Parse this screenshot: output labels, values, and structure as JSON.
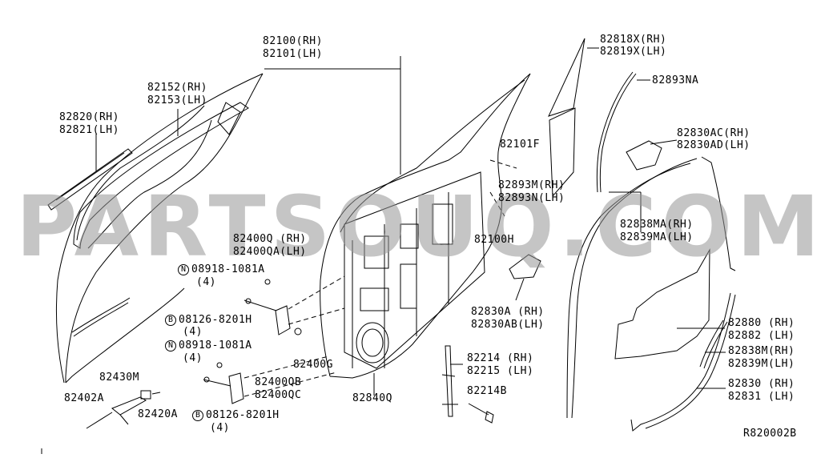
{
  "watermark": "PARTSOUQ.COM",
  "diagram_code": "R820002B",
  "callouts": {
    "door_panel_rh": "82100(RH)",
    "door_panel_lh": "82101(LH)",
    "sash_rh": "82152(RH)",
    "sash_lh": "82153(LH)",
    "molding_rh": "82820(RH)",
    "molding_lh": "82821(LH)",
    "glass_fixed_rh": "82818X(RH)",
    "glass_fixed_lh": "82819X(LH)",
    "seal_na": "82893NA",
    "bracket_ac_rh": "82830AC(RH)",
    "bracket_ad_lh": "82830AD(LH)",
    "plug_f": "82101F",
    "seal_m_rh": "82893M(RH)",
    "seal_n_lh": "82893N(LH)",
    "weatherstrip_ma_rh": "82838MA(RH)",
    "weatherstrip_ma_lh": "82839MA(LH)",
    "plug_h": "82100H",
    "hinge_upper_rh": "82400Q (RH)",
    "hinge_upper_lh": "82400QA(LH)",
    "nut_a_code": "08918-1081A",
    "nut_a_qty": "(4)",
    "bolt_code": "08126-8201H",
    "bolt_qty": "(4)",
    "nut_b_code": "08918-1081A",
    "nut_b_qty": "(4)",
    "bolt2_code": "08126-8201H",
    "bolt2_qty": "(4)",
    "bolt_g": "82400G",
    "hinge_lower_rh": "82400QB",
    "hinge_lower_lh": "82400QC",
    "check_link": "82430M",
    "bolt_a": "82402A",
    "bolt_420a": "82420A",
    "grommet_q": "82840Q",
    "bracket_a_rh": "82830A (RH)",
    "bracket_ab_lh": "82830AB(LH)",
    "channel_rh": "82214 (RH)",
    "channel_lh": "82215 (LH)",
    "channel_bolt": "82214B",
    "glass_rh": "82880 (RH)",
    "glass_lh": "82882 (LH)",
    "run_m_rh": "82838M(RH)",
    "run_m_lh": "82839M(LH)",
    "strip_rh": "82830 (RH)",
    "strip_lh": "82831 (LH)",
    "symbol_n": "N",
    "symbol_b": "B"
  }
}
